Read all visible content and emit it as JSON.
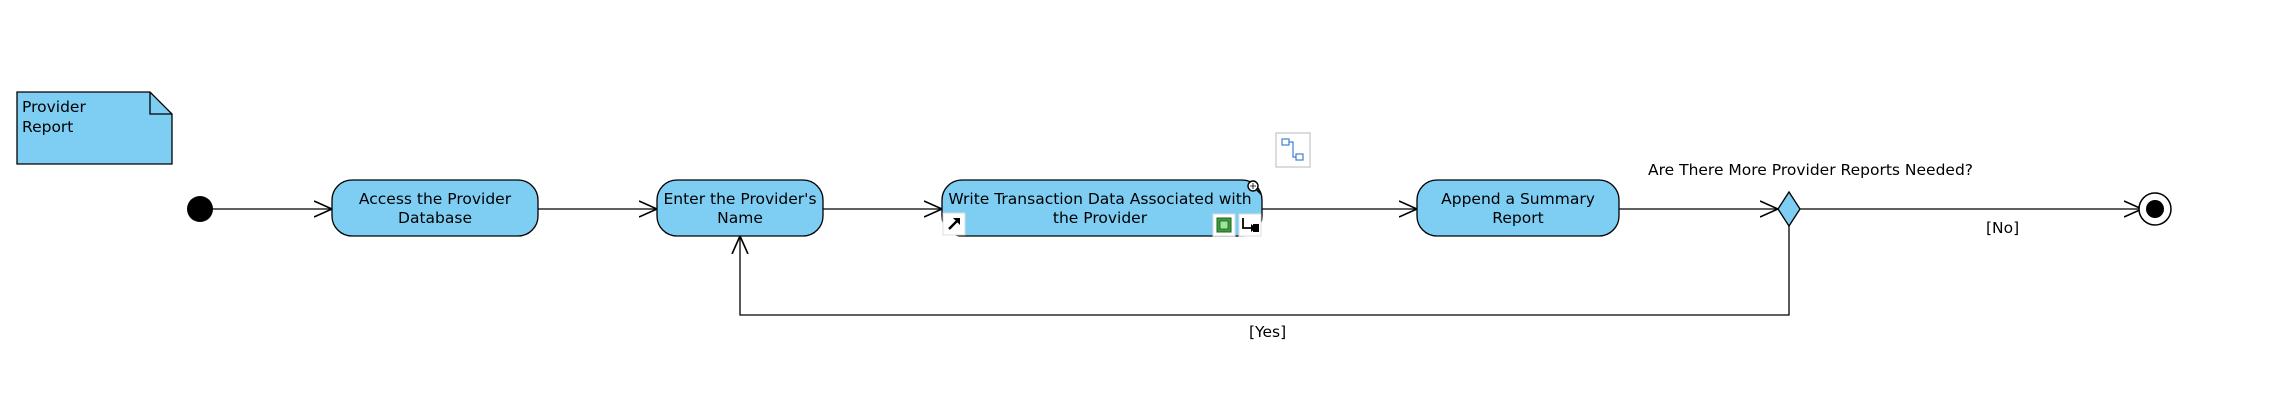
{
  "diagram": {
    "note": {
      "lines": [
        "Provider",
        "Report"
      ]
    },
    "actions": [
      {
        "id": "a1",
        "lines": [
          "Access the Provider",
          "Database"
        ]
      },
      {
        "id": "a2",
        "lines": [
          "Enter the Provider's",
          "Name"
        ]
      },
      {
        "id": "a3",
        "lines": [
          "Write Transaction Data Associated with",
          "the Provider"
        ]
      },
      {
        "id": "a4",
        "lines": [
          "Append a Summary",
          "Report"
        ]
      }
    ],
    "decision": {
      "question": "Are There More Provider Reports Needed?",
      "guard_no": "[No]",
      "guard_yes": "[Yes]"
    },
    "colors": {
      "fill": "#7ecef4",
      "stroke": "#000000",
      "line": "#000000"
    }
  }
}
